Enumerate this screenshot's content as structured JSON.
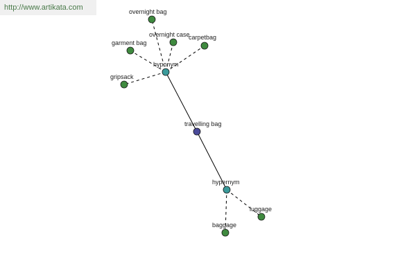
{
  "watermark": "http://www.artikata.com",
  "colors": {
    "center": "#4a4a9a",
    "relation": "#3a9a9a",
    "leaf": "#3f8a3f",
    "edge": "#000000"
  },
  "graph": {
    "center": {
      "id": "travelling-bag",
      "label": "travelling bag"
    },
    "relations": [
      {
        "id": "hyponym-top",
        "label": "hyponym",
        "leaves": [
          {
            "id": "overnight-bag",
            "label": "overnight bag"
          },
          {
            "id": "overnight-case",
            "label": "overnight case"
          },
          {
            "id": "carpetbag",
            "label": "carpetbag"
          },
          {
            "id": "garment-bag",
            "label": "garment bag"
          },
          {
            "id": "gripsack",
            "label": "gripsack"
          }
        ]
      },
      {
        "id": "hypernym-bottom",
        "label": "hypernym",
        "leaves": [
          {
            "id": "luggage",
            "label": "luggage"
          },
          {
            "id": "baggage",
            "label": "baggage"
          }
        ]
      }
    ]
  }
}
